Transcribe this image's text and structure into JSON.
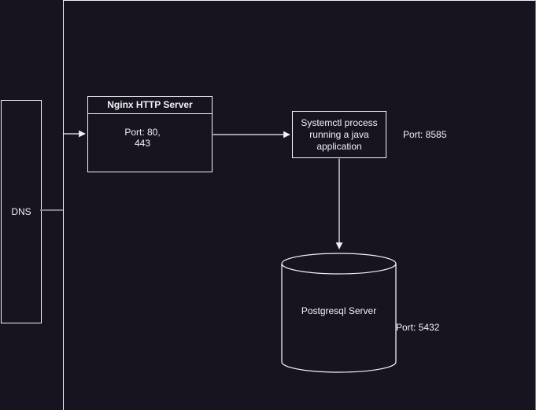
{
  "colors": {
    "background": "#171420",
    "stroke": "#f2f1f6",
    "muted_connector": "#7f7f83",
    "text": "#f2f1f6"
  },
  "diagram": {
    "dns": {
      "label": "DNS"
    },
    "nginx": {
      "title": "Nginx HTTP Server",
      "ports": "Port: 80,\n443"
    },
    "systemctl": {
      "label": "Systemctl process running a java application",
      "port": "Port: 8585"
    },
    "postgresql": {
      "label": "Postgresql Server",
      "port": "Port: 5432"
    },
    "edges": [
      {
        "from": "boundary",
        "to": "nginx",
        "type": "arrow"
      },
      {
        "from": "nginx",
        "to": "systemctl",
        "type": "arrow"
      },
      {
        "from": "systemctl",
        "to": "postgresql",
        "type": "arrow"
      },
      {
        "from": "dns",
        "to": "boundary",
        "type": "plain-gray"
      }
    ]
  }
}
